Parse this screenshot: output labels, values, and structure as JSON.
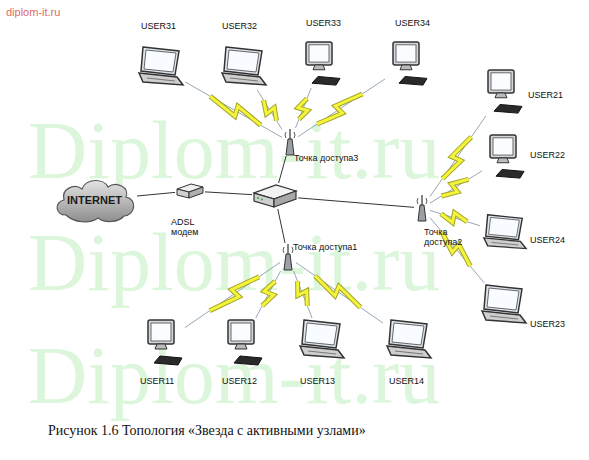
{
  "diagram": {
    "caption": "Рисунок 1.6 Топология «Звезда с активными узлами»",
    "nodes": [
      {
        "text": [
          "USER31"
        ]
      },
      {
        "text": [
          "USER32"
        ]
      },
      {
        "text": [
          "USER33"
        ]
      },
      {
        "text": [
          "USER34"
        ]
      },
      {
        "text": [
          "USER21"
        ]
      },
      {
        "text": [
          "Точка доступа3"
        ]
      },
      {
        "text": [
          "INTERNET"
        ]
      },
      {
        "text": [
          "ADSL модем"
        ]
      },
      {
        "text": []
      },
      {
        "text": [
          "USER22"
        ]
      },
      {
        "text": [
          "Точка доступа2"
        ]
      },
      {
        "text": [
          "Точка доступа1"
        ]
      },
      {
        "text": [
          "USER24"
        ]
      },
      {
        "text": [
          "USER23"
        ]
      },
      {
        "text": [
          "USER11"
        ]
      },
      {
        "text": [
          "USER12"
        ]
      },
      {
        "text": [
          "USER13"
        ]
      },
      {
        "text": [
          "USER14"
        ]
      }
    ],
    "edges": [
      {
        "from": 6,
        "to": 7,
        "arrow": "none"
      },
      {
        "from": 7,
        "to": 8,
        "arrow": "none"
      },
      {
        "from": 8,
        "to": 5,
        "arrow": "none"
      },
      {
        "from": 8,
        "to": 10,
        "arrow": "none"
      },
      {
        "from": 8,
        "to": 11,
        "arrow": "none"
      },
      {
        "from": 5,
        "to": 0,
        "arrow": "none"
      },
      {
        "from": 5,
        "to": 1,
        "arrow": "none"
      },
      {
        "from": 5,
        "to": 2,
        "arrow": "none"
      },
      {
        "from": 5,
        "to": 3,
        "arrow": "none"
      },
      {
        "from": 10,
        "to": 4,
        "arrow": "none"
      },
      {
        "from": 10,
        "to": 9,
        "arrow": "none"
      },
      {
        "from": 10,
        "to": 12,
        "arrow": "none"
      },
      {
        "from": 10,
        "to": 13,
        "arrow": "none"
      },
      {
        "from": 11,
        "to": 14,
        "arrow": "none"
      },
      {
        "from": 11,
        "to": 15,
        "arrow": "none"
      },
      {
        "from": 11,
        "to": 16,
        "arrow": "none"
      },
      {
        "from": 11,
        "to": 17,
        "arrow": "none"
      }
    ],
    "labels": [
      "diplom-it.ru",
      "Diplom-it.ru",
      "Diplom-it.ru",
      "Diplom-it.ru"
    ]
  }
}
